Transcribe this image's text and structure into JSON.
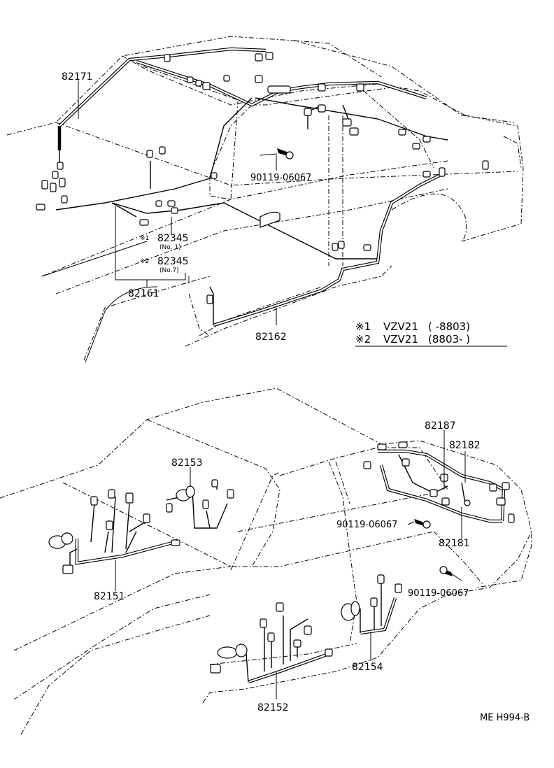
{
  "diagram": {
    "parts_top": {
      "p82171": "82171",
      "p82161": "82161",
      "p82162": "82162",
      "p82345_a": "82345",
      "p82345_a_note": "(No. 1)",
      "p82345_a_mark": "※1",
      "p82345_b": "82345",
      "p82345_b_note": "(No.7)",
      "p82345_b_mark": "※2",
      "bolt_top": "90119-06067"
    },
    "legend": {
      "row1_mark": "※1",
      "row1_model": "VZV21",
      "row1_range": "(        -8803)",
      "row2_mark": "※2",
      "row2_model": "VZV21",
      "row2_range": "(8803-        )"
    },
    "parts_bottom": {
      "p82153": "82153",
      "p82151": "82151",
      "p82152": "82152",
      "p82154": "82154",
      "p82187": "82187",
      "p82182": "82182",
      "p82181": "82181",
      "bolt_mid": "90119-06067",
      "bolt_low": "90119-06067"
    },
    "figure_code": "ME H994-B"
  }
}
